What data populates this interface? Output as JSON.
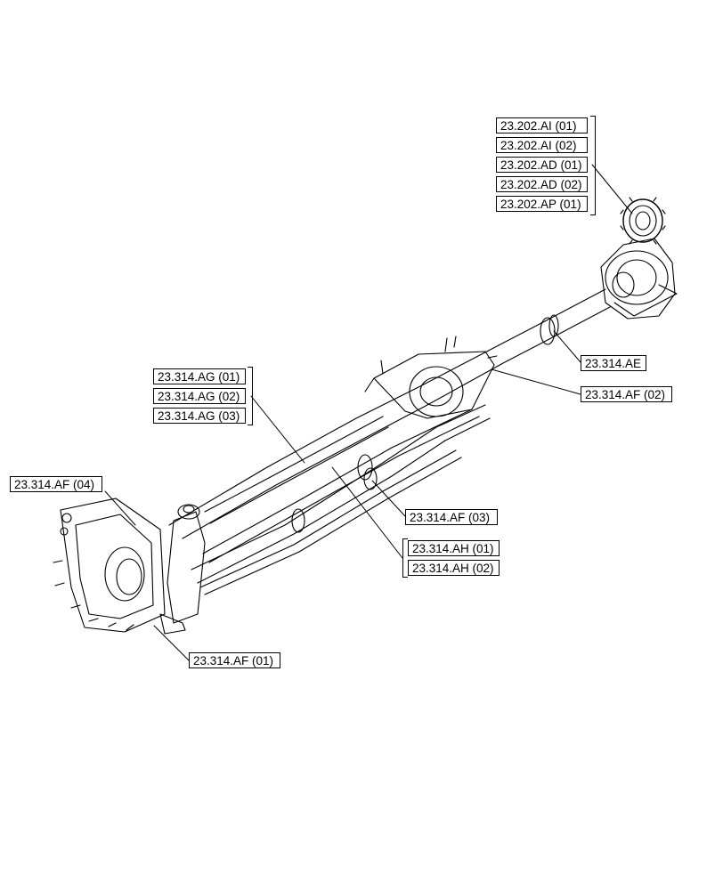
{
  "callouts": {
    "ai01": "23.202.AI (01)",
    "ai02": "23.202.AI (02)",
    "ad01": "23.202.AD (01)",
    "ad02": "23.202.AD (02)",
    "ap01": "23.202.AP (01)",
    "ae": "23.314.AE",
    "af02": "23.314.AF (02)",
    "ag01": "23.314.AG (01)",
    "ag02": "23.314.AG (02)",
    "ag03": "23.314.AG (03)",
    "af04": "23.314.AF (04)",
    "af03": "23.314.AF (03)",
    "ah01": "23.314.AH (01)",
    "ah02": "23.314.AH (02)",
    "af01": "23.314.AF (01)"
  }
}
